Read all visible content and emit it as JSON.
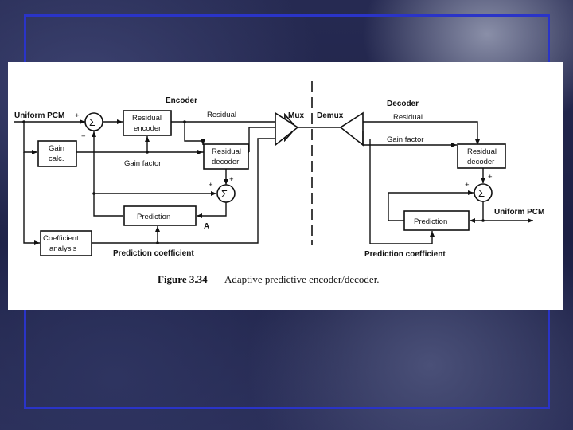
{
  "diagram": {
    "encoder_title": "Encoder",
    "decoder_title": "Decoder",
    "input_label": "Uniform PCM",
    "output_label": "Uniform PCM",
    "residual_label_enc": "Residual",
    "residual_label_dec": "Residual",
    "gain_factor_enc": "Gain factor",
    "gain_factor_dec": "Gain factor",
    "prediction_coefficient_enc": "Prediction coefficient",
    "prediction_coefficient_dec": "Prediction coefficient",
    "point_a": "A",
    "mux": "Mux",
    "demux": "Demux",
    "sigma": "Σ",
    "plus": "+",
    "minus": "−",
    "blocks": {
      "residual_encoder": [
        "Residual",
        "encoder"
      ],
      "gain_calc": [
        "Gain",
        "calc."
      ],
      "residual_decoder_enc": [
        "Residual",
        "decoder"
      ],
      "prediction_enc": "Prediction",
      "coefficient_analysis": [
        "Coefficient",
        "analysis"
      ],
      "residual_decoder_dec": [
        "Residual",
        "decoder"
      ],
      "prediction_dec": "Prediction"
    }
  },
  "caption": {
    "figure": "Figure 3.34",
    "text": "Adaptive predictive encoder/decoder."
  }
}
